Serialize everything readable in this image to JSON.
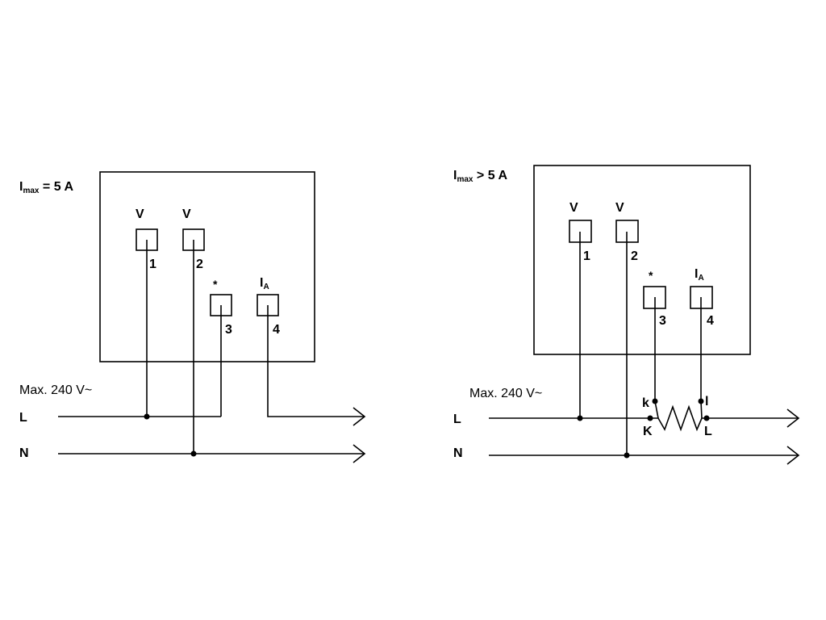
{
  "left": {
    "imax_prefix": "I",
    "imax_sub": "max",
    "imax_rest": " = 5 A",
    "v1": "V",
    "v2": "V",
    "star": "*",
    "ia_main": "I",
    "ia_sub": "A",
    "t1": "1",
    "t2": "2",
    "t3": "3",
    "t4": "4",
    "supply": "Max. 240 V~",
    "line_L": "L",
    "line_N": "N"
  },
  "right": {
    "imax_prefix": "I",
    "imax_sub": "max",
    "imax_rest": " > 5 A",
    "v1": "V",
    "v2": "V",
    "star": "*",
    "ia_main": "I",
    "ia_sub": "A",
    "t1": "1",
    "t2": "2",
    "t3": "3",
    "t4": "4",
    "supply": "Max. 240 V~",
    "line_L": "L",
    "line_N": "N",
    "ct_k_small": "k",
    "ct_l_small": "l",
    "ct_K": "K",
    "ct_L": "L"
  }
}
